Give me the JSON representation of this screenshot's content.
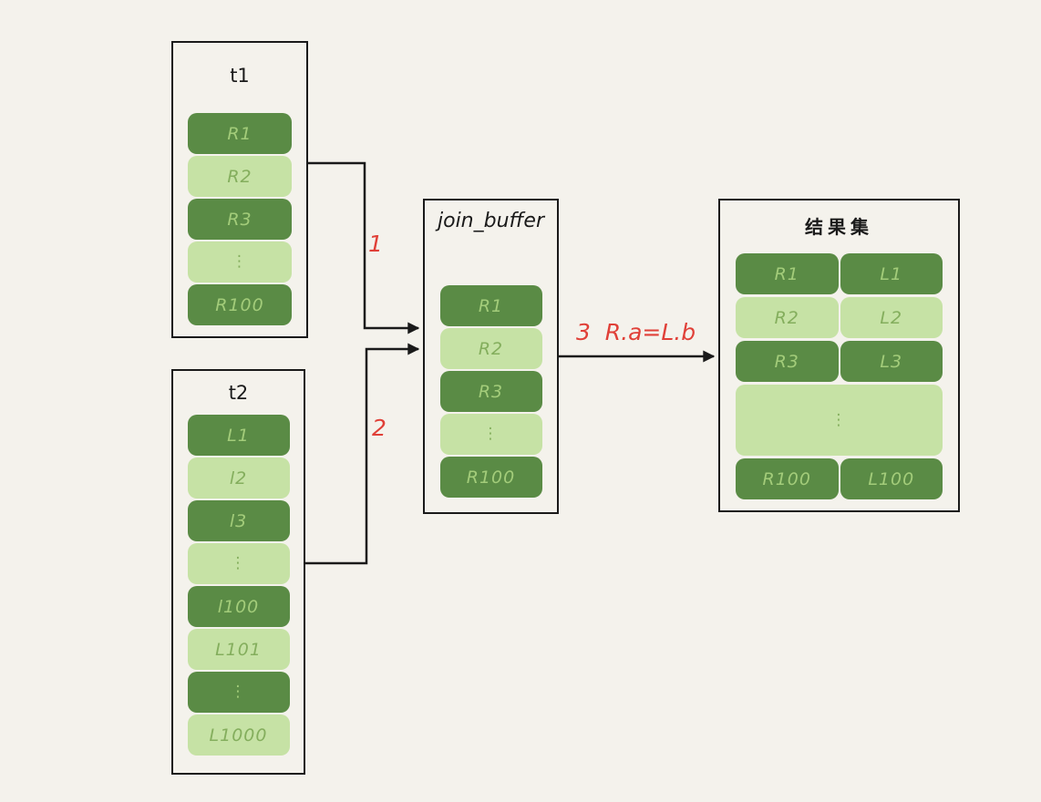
{
  "background": "#f4f2ec",
  "colors": {
    "dark_green": "#5a8b45",
    "light_green": "#c6e2a5",
    "dark_row_text": "#a3cc7a",
    "light_row_text": "#84ae5d",
    "outline": "#1a1a1a",
    "red": "#e04038"
  },
  "t1": {
    "title": "t1",
    "rows": [
      "R1",
      "R2",
      "R3",
      "⋮",
      "R100"
    ]
  },
  "t2": {
    "title": "t2",
    "rows": [
      "L1",
      "l2",
      "l3",
      "⋮",
      "l100",
      "L101",
      "⋮",
      "L1000"
    ]
  },
  "join_buffer": {
    "title": "join_buffer",
    "rows": [
      "R1",
      "R2",
      "R3",
      "⋮",
      "R100"
    ]
  },
  "result": {
    "title": "结果集",
    "pairs": [
      [
        "R1",
        "L1"
      ],
      [
        "R2",
        "L2"
      ],
      [
        "R3",
        "L3"
      ]
    ],
    "dots": "⋮",
    "last_pair": [
      "R100",
      "L100"
    ]
  },
  "annotations": {
    "step1": "1",
    "step2": "2",
    "step3": "3  R.a=L.b"
  }
}
